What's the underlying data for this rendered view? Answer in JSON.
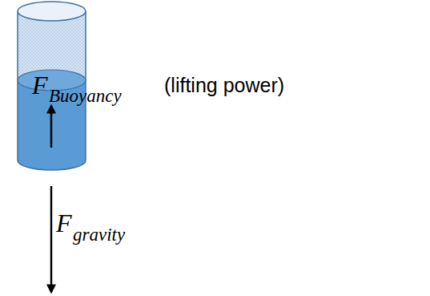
{
  "diagram": {
    "labels": [
      "F",
      "Buoyancy",
      "(lifting power)",
      "F",
      "gravity"
    ]
  }
}
